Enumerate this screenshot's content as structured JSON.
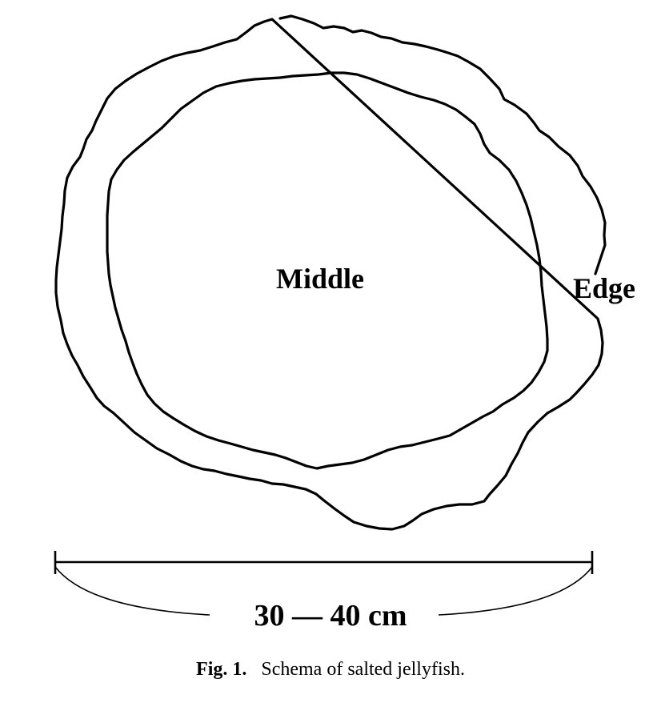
{
  "labels": {
    "middle": "Middle",
    "edge": "Edge"
  },
  "measurement": {
    "text": "30 — 40 cm"
  },
  "caption": {
    "number": "Fig. 1.",
    "text": "Schema of salted jellyfish."
  },
  "colors": {
    "line": "#000000",
    "background": "#ffffff"
  }
}
